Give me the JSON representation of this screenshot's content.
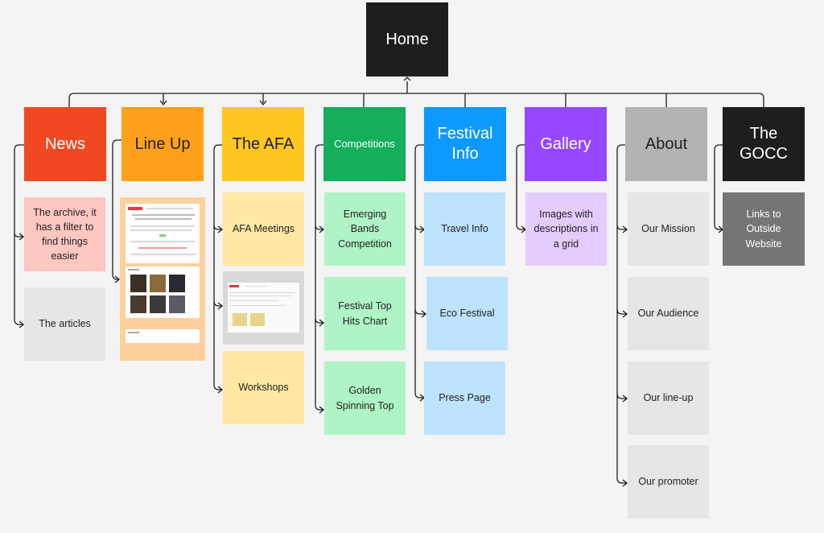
{
  "root": {
    "label": "Home"
  },
  "sections": {
    "news": {
      "label": "News",
      "color": "#f24822"
    },
    "lineup": {
      "label": "Line Up",
      "color": "#ffa11a"
    },
    "afa": {
      "label": "The AFA",
      "color": "#ffc71f"
    },
    "competitions": {
      "label": "Competitions",
      "color": "#14ae5c"
    },
    "festival_info": {
      "label_line1": "Festival",
      "label_line2": "Info",
      "color": "#0d99ff"
    },
    "gallery": {
      "label": "Gallery",
      "color": "#9747ff"
    },
    "about": {
      "label": "About",
      "color": "#b3b3b3"
    },
    "gocc": {
      "label_line1": "The",
      "label_line2": "GOCC",
      "color": "#1e1e1e"
    }
  },
  "pages": {
    "news_archive": "The archive, it has a filter to find things easier",
    "news_articles": "The articles",
    "afa_meetings": "AFA Meetings",
    "afa_workshops": "Workshops",
    "comp_emerging": "Emerging Bands Competition",
    "comp_top_hits": "Festival Top Hits Chart",
    "comp_golden": "Golden Spinning Top",
    "info_travel": "Travel Info",
    "info_eco": "Eco Festival",
    "info_press": "Press Page",
    "gallery_images": "Images with descriptions in a grid",
    "about_mission": "Our Mission",
    "about_audience": "Our Audience",
    "about_lineup": "Our line-up",
    "about_promoter": "Our promoter",
    "gocc_links": "Links to Outside Website"
  }
}
